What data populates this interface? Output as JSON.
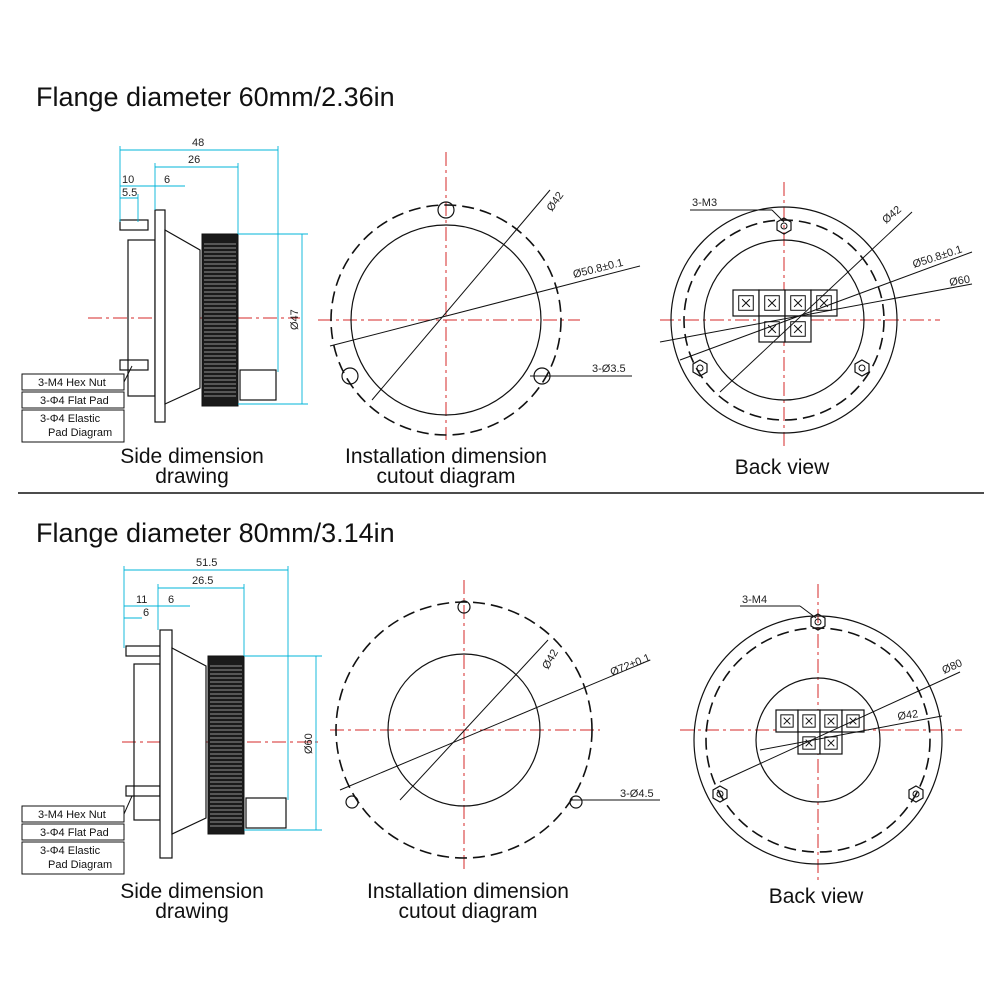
{
  "colors": {
    "dimension": "#00b4d8",
    "centerline": "#d62828",
    "outline": "#111111"
  },
  "sections": [
    {
      "title": "Flange diameter 60mm/2.36in",
      "side": {
        "dims": {
          "total": "48",
          "body": "26",
          "w10": "10",
          "w5": "5.5",
          "w6": "6",
          "height": "Ø47"
        },
        "legend": [
          "3-M4 Hex Nut",
          "3-Φ4 Flat Pad",
          "3-Φ4 Elastic",
          "Pad Diagram"
        ],
        "caption": [
          "Side dimension",
          "drawing"
        ]
      },
      "cutout": {
        "d_inner": "Ø42",
        "d_pcd": "Ø50.8±0.1",
        "holes": "3-Ø3.5",
        "caption": [
          "Installation dimension",
          "cutout diagram"
        ]
      },
      "back": {
        "screw": "3-M3",
        "d1": "Ø42",
        "d2": "Ø50.8±0.1",
        "d3": "Ø60",
        "caption": [
          "Back view"
        ]
      }
    },
    {
      "title": "Flange diameter 80mm/3.14in",
      "side": {
        "dims": {
          "total": "51.5",
          "body": "26.5",
          "w10": "11",
          "w5": "6",
          "w6": "6",
          "height": "Ø60"
        },
        "legend": [
          "3-M4 Hex Nut",
          "3-Φ4 Flat Pad",
          "3-Φ4 Elastic",
          "Pad Diagram"
        ],
        "caption": [
          "Side dimension",
          "drawing"
        ]
      },
      "cutout": {
        "d_inner": "Ø42",
        "d_pcd": "Ø72±0.1",
        "holes": "3-Ø4.5",
        "caption": [
          "Installation dimension",
          "cutout diagram"
        ]
      },
      "back": {
        "screw": "3-M4",
        "d1": "Ø42",
        "d2": "Ø80",
        "caption": [
          "Back view"
        ]
      }
    }
  ]
}
